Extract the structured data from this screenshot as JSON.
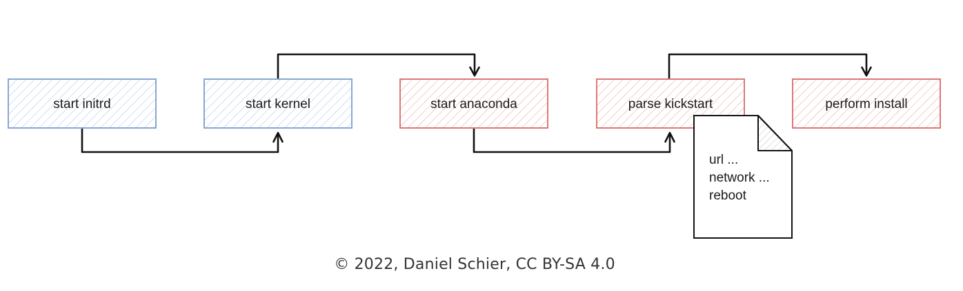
{
  "colors": {
    "blue_stroke": "#6c8ebf",
    "blue_fill": "#dae8fc",
    "red_stroke": "#d75d5d",
    "red_fill": "#f8cecc",
    "arrow": "#111111"
  },
  "nodes": [
    {
      "id": "initrd",
      "label": "start initrd",
      "color": "blue"
    },
    {
      "id": "kernel",
      "label": "start kernel",
      "color": "blue"
    },
    {
      "id": "anaconda",
      "label": "start anaconda",
      "color": "red"
    },
    {
      "id": "kickstart",
      "label": "parse kickstart",
      "color": "red"
    },
    {
      "id": "install",
      "label": "perform install",
      "color": "red"
    }
  ],
  "edges": [
    {
      "from": "initrd",
      "to": "kernel"
    },
    {
      "from": "kernel",
      "to": "anaconda"
    },
    {
      "from": "anaconda",
      "to": "kickstart"
    },
    {
      "from": "kickstart",
      "to": "install"
    }
  ],
  "kickstart_file": {
    "icon": "document-icon",
    "lines": [
      "url ...",
      "network ...",
      "reboot"
    ]
  },
  "footer": {
    "copyright": "© 2022, Daniel Schier, CC BY-SA 4.0"
  }
}
